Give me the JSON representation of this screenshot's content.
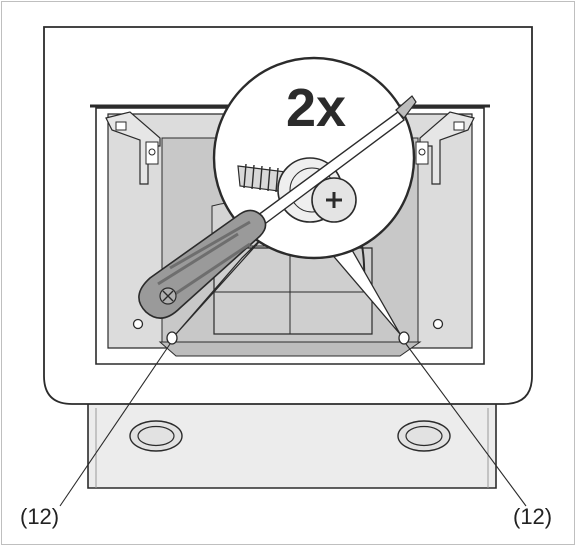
{
  "magnifier": {
    "quantity": "2x"
  },
  "callouts": {
    "left": "(12)",
    "right": "(12)"
  },
  "colors": {
    "stroke": "#2b2b2b",
    "panel_face": "#ffffff",
    "cavity": "#dcdcdc",
    "cavity_dark": "#c4c4c4",
    "handle": "#9a9a9a",
    "background": "#ffffff"
  }
}
